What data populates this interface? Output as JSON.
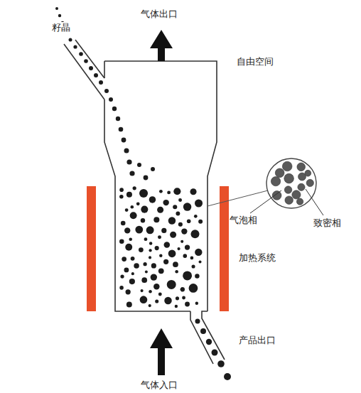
{
  "diagram": {
    "labels": [
      "籽晶",
      "气体出口",
      "自由空间",
      "气泡相",
      "致密相",
      "加热系统",
      "产品出口",
      "气体入口"
    ]
  }
}
